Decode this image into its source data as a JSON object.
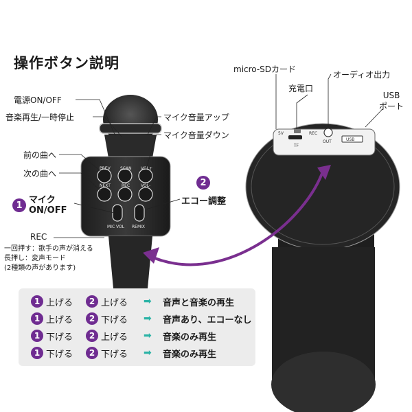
{
  "title": "操作ボタン説明",
  "mic_labels": {
    "power": "電源ON/OFF",
    "play_pause": "音楽再生/一時停止",
    "prev": "前の曲へ",
    "next": "次の曲へ",
    "vol_up": "マイク音量アップ",
    "vol_down": "マイク音量ダウン",
    "rec": "REC"
  },
  "callouts": {
    "mic_num": "1",
    "mic_text_line1": "マイク",
    "mic_text_line2": "ON/OFF",
    "echo_num": "2",
    "echo_text": "エコー調整"
  },
  "rec_note": {
    "line1": "一回押す：歌手の声が消える",
    "line2": "長押し：変声モード",
    "line3": "(2種類の声があります)"
  },
  "button_labels": [
    "PREV",
    "SCAN",
    "VOL+",
    "NEXT",
    "REC",
    "VOL-",
    "MIC VOL",
    "REMIX"
  ],
  "port_labels": {
    "sd": "micro-SDカード",
    "charge": "充電口",
    "audio": "オーディオ出力",
    "usb_line1": "USB",
    "usb_line2": "ポート"
  },
  "port_icon_labels": [
    "5V",
    "REC",
    "OUT",
    "TF",
    "USB"
  ],
  "table_rows": [
    {
      "n1": "1",
      "w1": "上げる",
      "n2": "2",
      "w2": "上げる",
      "result": "音声と音楽の再生"
    },
    {
      "n1": "1",
      "w1": "上げる",
      "n2": "2",
      "w2": "下げる",
      "result": "音声あり、エコーなし"
    },
    {
      "n1": "1",
      "w1": "下げる",
      "n2": "2",
      "w2": "上げる",
      "result": "音楽のみ再生"
    },
    {
      "n1": "1",
      "w1": "下げる",
      "n2": "2",
      "w2": "下げる",
      "result": "音楽のみ再生"
    }
  ],
  "colors": {
    "accent": "#6f2c91",
    "arrow": "#2bb3a6",
    "body": "#222222"
  }
}
